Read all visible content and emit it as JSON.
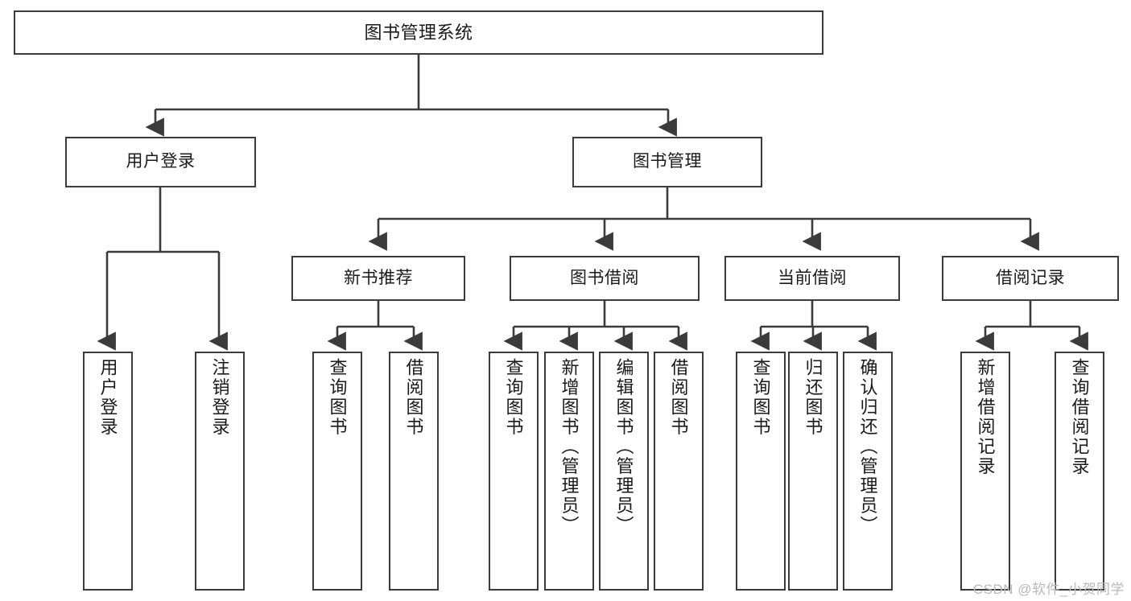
{
  "diagram": {
    "type": "tree-hierarchy",
    "root": {
      "id": "root",
      "label": "图书管理系统"
    },
    "level2": [
      {
        "id": "user-login",
        "label": "用户登录"
      },
      {
        "id": "book-manage",
        "label": "图书管理"
      }
    ],
    "level3": [
      {
        "id": "new-book-rec",
        "label": "新书推荐"
      },
      {
        "id": "book-borrow",
        "label": "图书借阅"
      },
      {
        "id": "current-borrow",
        "label": "当前借阅"
      },
      {
        "id": "borrow-record",
        "label": "借阅记录"
      }
    ],
    "leaves": {
      "user_login": [
        {
          "id": "leaf-user-login",
          "label": "用户登录"
        },
        {
          "id": "leaf-logout",
          "label": "注销登录"
        }
      ],
      "new_book_rec": [
        {
          "id": "leaf-query-book-1",
          "label": "查询图书"
        },
        {
          "id": "leaf-borrow-book-1",
          "label": "借阅图书"
        }
      ],
      "book_borrow": [
        {
          "id": "leaf-query-book-2",
          "label": "查询图书"
        },
        {
          "id": "leaf-add-book",
          "label": "新增图书（管理员）"
        },
        {
          "id": "leaf-edit-book",
          "label": "编辑图书（管理员）"
        },
        {
          "id": "leaf-borrow-book-2",
          "label": "借阅图书"
        }
      ],
      "current_borrow": [
        {
          "id": "leaf-query-book-3",
          "label": "查询图书"
        },
        {
          "id": "leaf-return-book",
          "label": "归还图书"
        },
        {
          "id": "leaf-confirm-return",
          "label": "确认归还（管理员）"
        }
      ],
      "borrow_record": [
        {
          "id": "leaf-add-record",
          "label": "新增借阅记录"
        },
        {
          "id": "leaf-query-record",
          "label": "查询借阅记录"
        }
      ]
    }
  },
  "colors": {
    "stroke": "#3b3b3b",
    "fill": "#ffffff",
    "text": "#1a1a1a",
    "watermark": "#b9b9b9"
  },
  "watermark": {
    "text": "CSDN @软件_小贺同学"
  }
}
